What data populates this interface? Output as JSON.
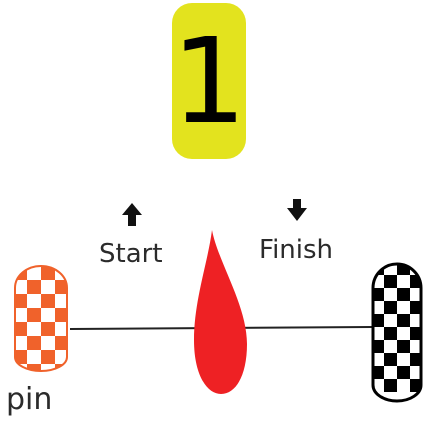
{
  "race_number": "1",
  "labels": {
    "start": "Start",
    "finish": "Finish",
    "pin": "pin"
  },
  "icons": {
    "start_arrow": "arrow-up-icon",
    "finish_arrow": "arrow-down-icon",
    "pin_buoy": "checkered-buoy-orange",
    "committee_buoy": "checkered-buoy-black",
    "boat": "red-boat-teardrop"
  },
  "colors": {
    "badge": "#e3e31e",
    "pin_buoy": "#f0622b",
    "finish_buoy": "#000000",
    "boat": "#ee2124",
    "line": "#222222"
  }
}
